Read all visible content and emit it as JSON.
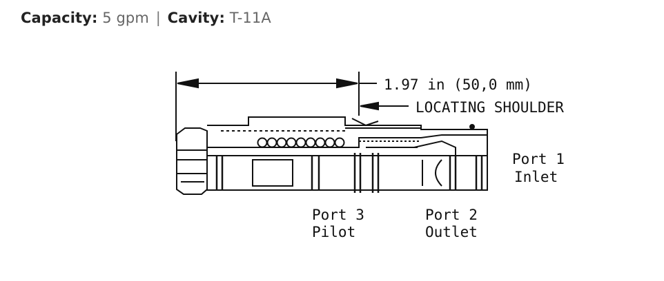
{
  "spec": {
    "capacity_label": "Capacity:",
    "capacity_value": "5 gpm",
    "separator": "|",
    "cavity_label": "Cavity:",
    "cavity_value": "T-11A"
  },
  "diagram": {
    "dimension_label": "1.97 in (50,0 mm)",
    "shoulder_label": "LOCATING SHOULDER",
    "port1_line1": "Port 1",
    "port1_line2": "Inlet",
    "port2_line1": "Port 2",
    "port2_line2": "Outlet",
    "port3_line1": "Port 3",
    "port3_line2": "Pilot"
  }
}
